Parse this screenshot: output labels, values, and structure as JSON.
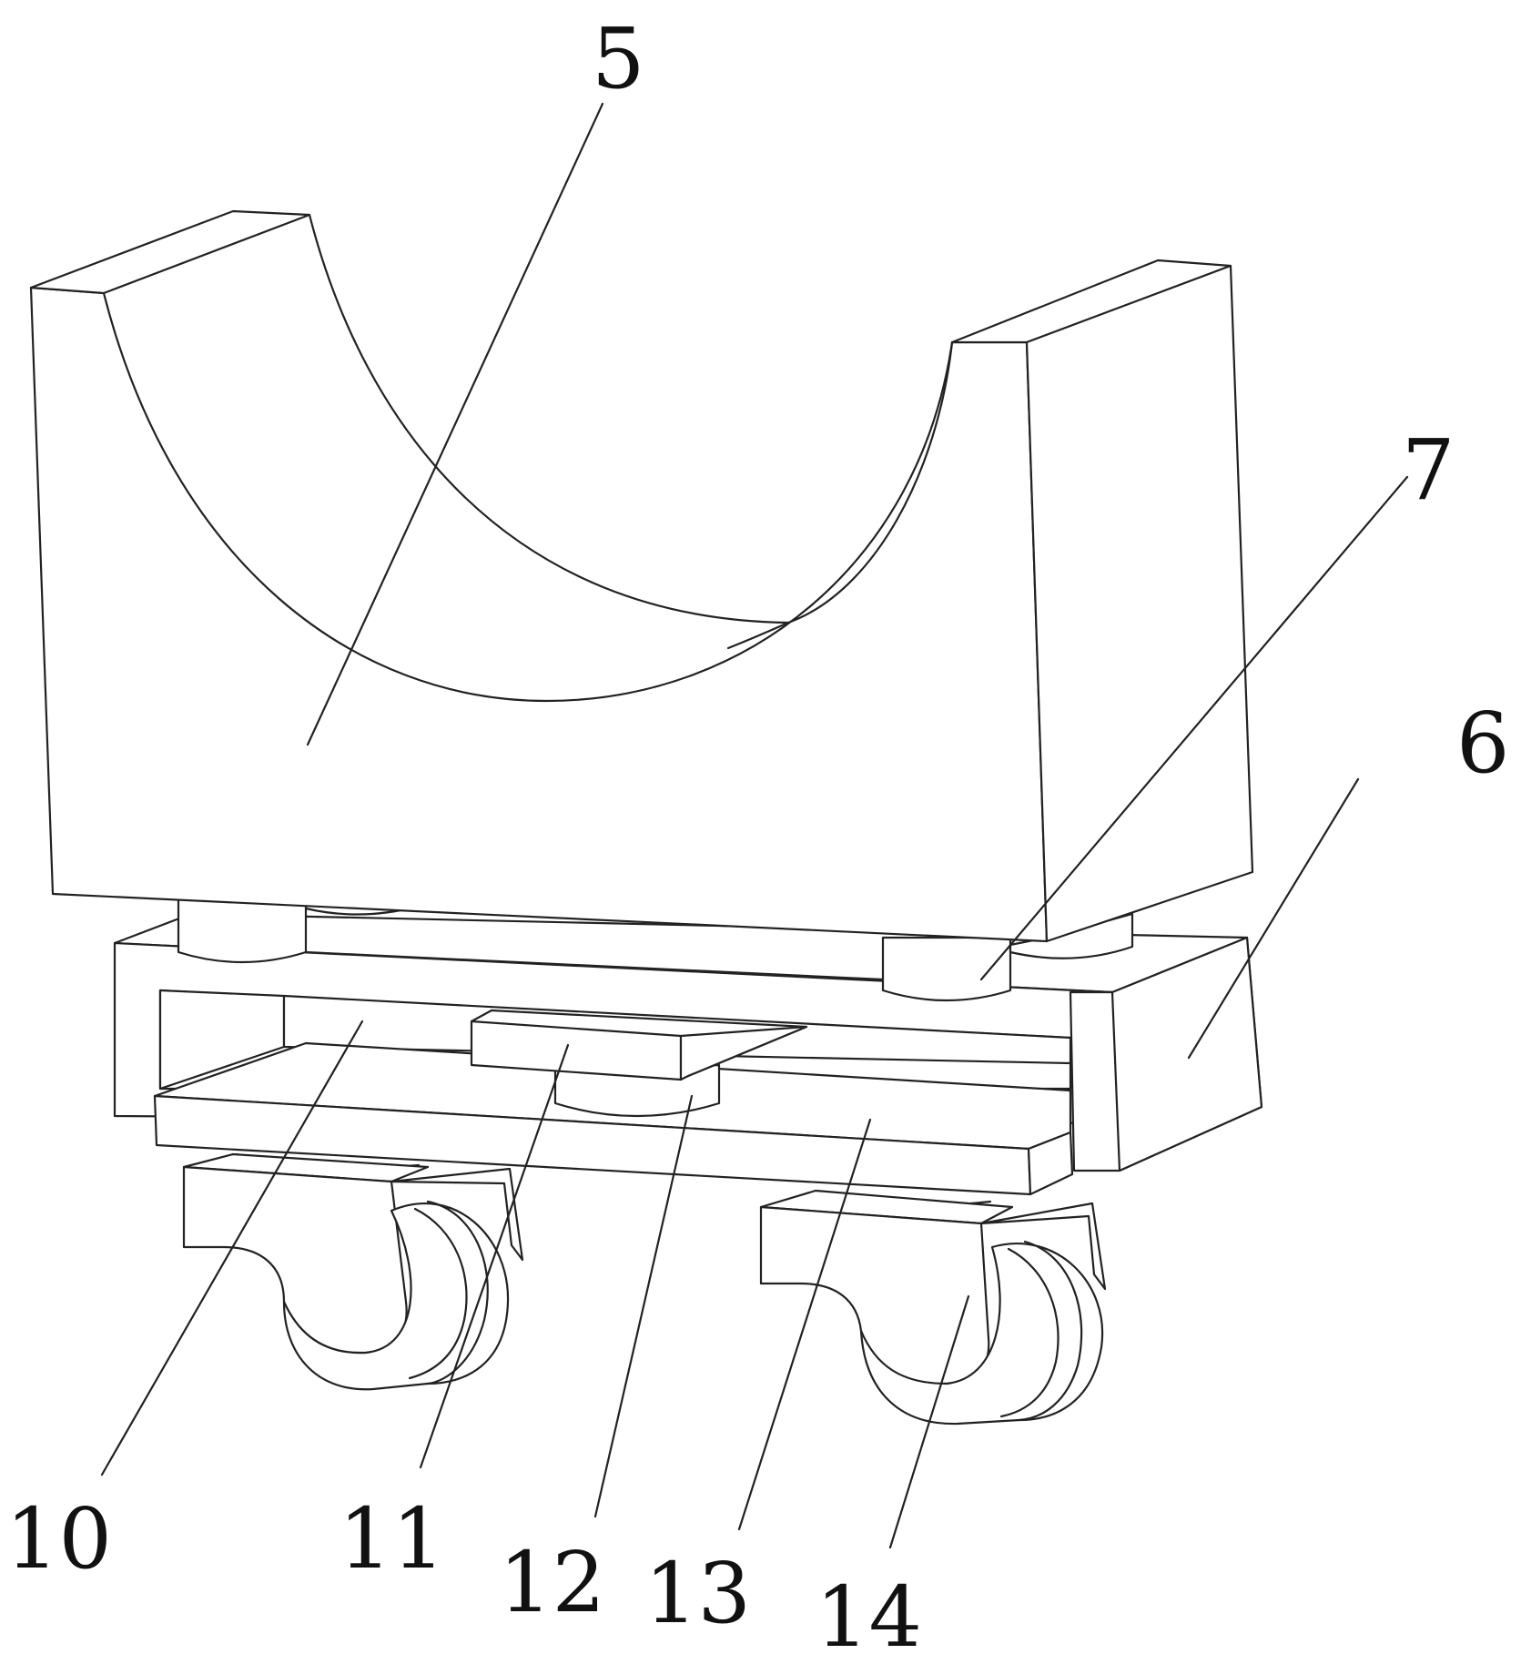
{
  "figure": {
    "labels": [
      {
        "id": "5",
        "text": "5"
      },
      {
        "id": "7",
        "text": "7"
      },
      {
        "id": "6",
        "text": "6"
      },
      {
        "id": "10",
        "text": "10"
      },
      {
        "id": "11",
        "text": "11"
      },
      {
        "id": "12",
        "text": "12"
      },
      {
        "id": "13",
        "text": "13"
      },
      {
        "id": "14",
        "text": "14"
      }
    ]
  }
}
